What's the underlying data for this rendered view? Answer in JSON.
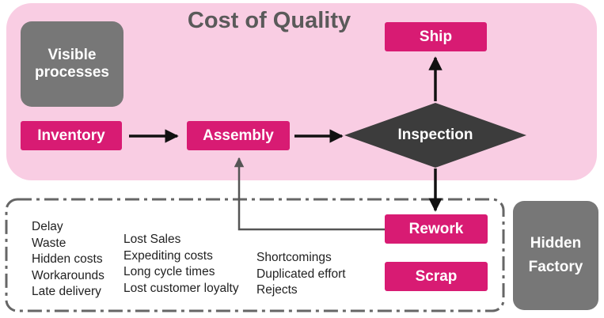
{
  "diagram": {
    "title": "Cost of Quality",
    "visible_label": "Visible processes",
    "hidden_label": "Hidden Factory",
    "nodes": {
      "inventory": "Inventory",
      "assembly": "Assembly",
      "inspection": "Inspection",
      "ship": "Ship",
      "rework": "Rework",
      "scrap": "Scrap"
    },
    "hidden_costs": {
      "col1": [
        "Delay",
        "Waste",
        "Hidden costs",
        "Workarounds",
        "Late delivery"
      ],
      "col2": [
        "Lost Sales",
        "Expediting costs",
        "Long cycle times",
        "Lost customer loyalty"
      ],
      "col3": [
        "Shortcomings",
        "Duplicated effort",
        "Rejects"
      ]
    },
    "colors": {
      "region_fill": "#f9cde3",
      "node_pink": "#d81b73",
      "inspection_diamond": "#3c3c3c",
      "gray_box": "#777777",
      "title_text": "#5a5a5a",
      "dashed_border": "#666666"
    }
  }
}
